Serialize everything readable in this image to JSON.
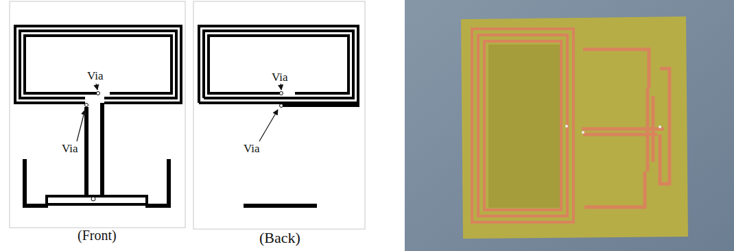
{
  "diagram": {
    "labels": [
      "Via",
      "Via",
      "(Front)",
      "Via",
      "Via",
      "(Back)"
    ]
  }
}
